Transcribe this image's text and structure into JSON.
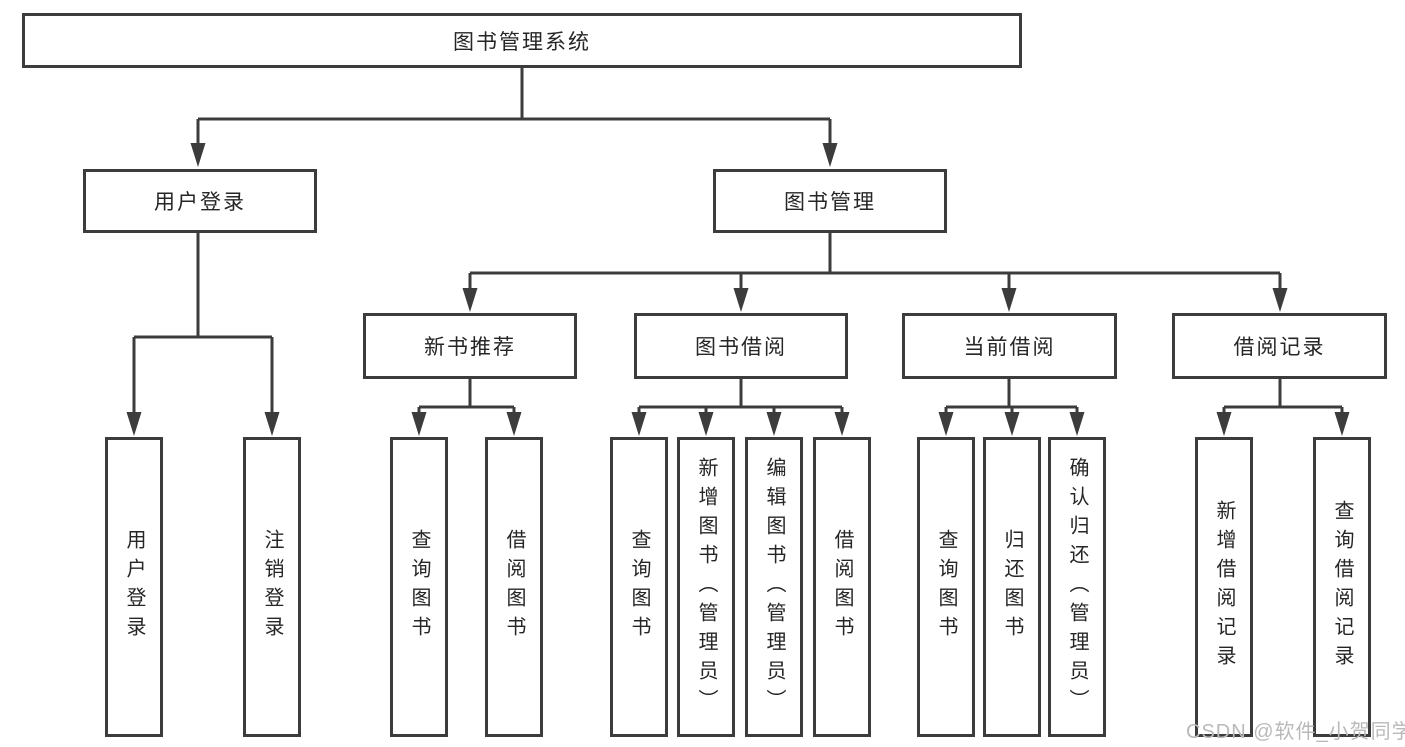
{
  "nodes": {
    "root": "图书管理系统",
    "l2_user_login": "用户登录",
    "l2_book_mgmt": "图书管理",
    "l3_new_books": "新书推荐",
    "l3_book_borrow": "图书借阅",
    "l3_current_borrow": "当前借阅",
    "l3_borrow_records": "借阅记录",
    "leaf_user_login": "用户登录",
    "leaf_logout": "注销登录",
    "leaf_nb_query": "查询图书",
    "leaf_nb_borrow": "借阅图书",
    "leaf_bb_query": "查询图书",
    "leaf_bb_add": "新增图书（管理员）",
    "leaf_bb_edit": "编辑图书（管理员）",
    "leaf_bb_borrow": "借阅图书",
    "leaf_cb_query": "查询图书",
    "leaf_cb_return": "归还图书",
    "leaf_cb_confirm": "确认归还（管理员）",
    "leaf_br_add": "新增借阅记录",
    "leaf_br_query": "查询借阅记录"
  },
  "hierarchy": {
    "图书管理系统": {
      "用户登录": [
        "用户登录",
        "注销登录"
      ],
      "图书管理": {
        "新书推荐": [
          "查询图书",
          "借阅图书"
        ],
        "图书借阅": [
          "查询图书",
          "新增图书（管理员）",
          "编辑图书（管理员）",
          "借阅图书"
        ],
        "当前借阅": [
          "查询图书",
          "归还图书",
          "确认归还（管理员）"
        ],
        "借阅记录": [
          "新增借阅记录",
          "查询借阅记录"
        ]
      }
    }
  },
  "watermark": "CSDN @软件_小贺同学",
  "colors": {
    "line": "#3c3c3c",
    "text": "#262626",
    "background": "#ffffff",
    "watermark": "#b9b9b9"
  }
}
